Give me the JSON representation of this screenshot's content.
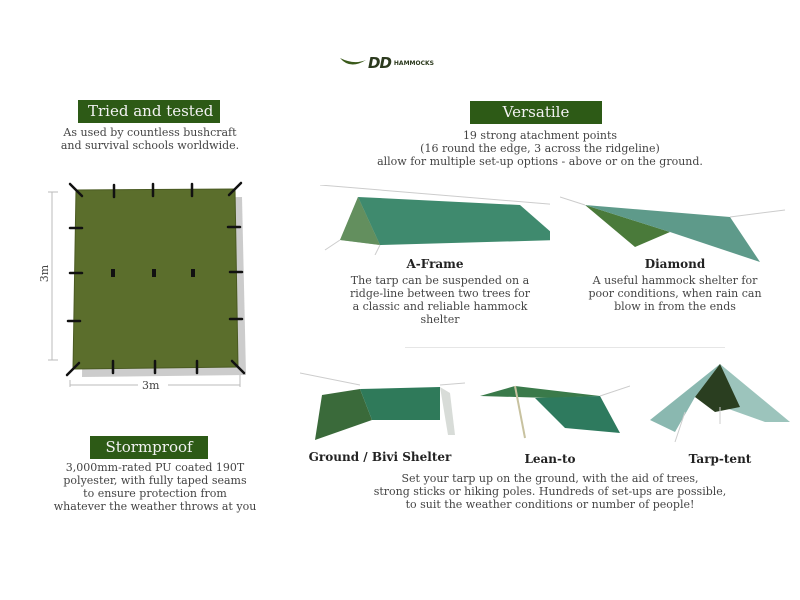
{
  "brand": {
    "logo_text": "DD",
    "logo_subtext": "HAMMOCKS",
    "accent_color": "#2d5a16"
  },
  "tried_and_tested": {
    "heading": "Tried and tested",
    "lines": [
      "As used by countless bushcraft",
      "and survival schools worldwide."
    ]
  },
  "tarp_diagram": {
    "height_label": "3m",
    "width_label": "3m",
    "fabric_color": "#5a6e2a"
  },
  "versatile": {
    "heading": "Versatile",
    "lines": [
      "19 strong atachment points",
      "(16 round the edge, 3 across the ridgeline)",
      "allow for multiple set-up options - above or on the ground."
    ]
  },
  "setups": {
    "a_frame": {
      "title": "A-Frame",
      "lines": [
        "The tarp can be suspended on a",
        "ridge-line between two trees for",
        "a classic and reliable hammock",
        "shelter"
      ]
    },
    "diamond": {
      "title": "Diamond",
      "lines": [
        "A useful hammock shelter for",
        "poor conditions, when rain can",
        "blow in from the ends"
      ]
    },
    "ground_bivi": {
      "title": "Ground / Bivi Shelter"
    },
    "lean_to": {
      "title": "Lean-to"
    },
    "tarp_tent": {
      "title": "Tarp-tent"
    }
  },
  "ground_setups_desc": {
    "lines": [
      "Set your tarp up on the ground, with the aid of trees,",
      "strong sticks or hiking poles. Hundreds of set-ups are possible,",
      "to suit the weather conditions or number of people!"
    ]
  },
  "stormproof": {
    "heading": "Stormproof",
    "lines": [
      "3,000mm-rated PU coated 190T",
      "polyester, with fully taped seams",
      "to ensure protection from",
      "whatever the weather throws at you"
    ]
  }
}
